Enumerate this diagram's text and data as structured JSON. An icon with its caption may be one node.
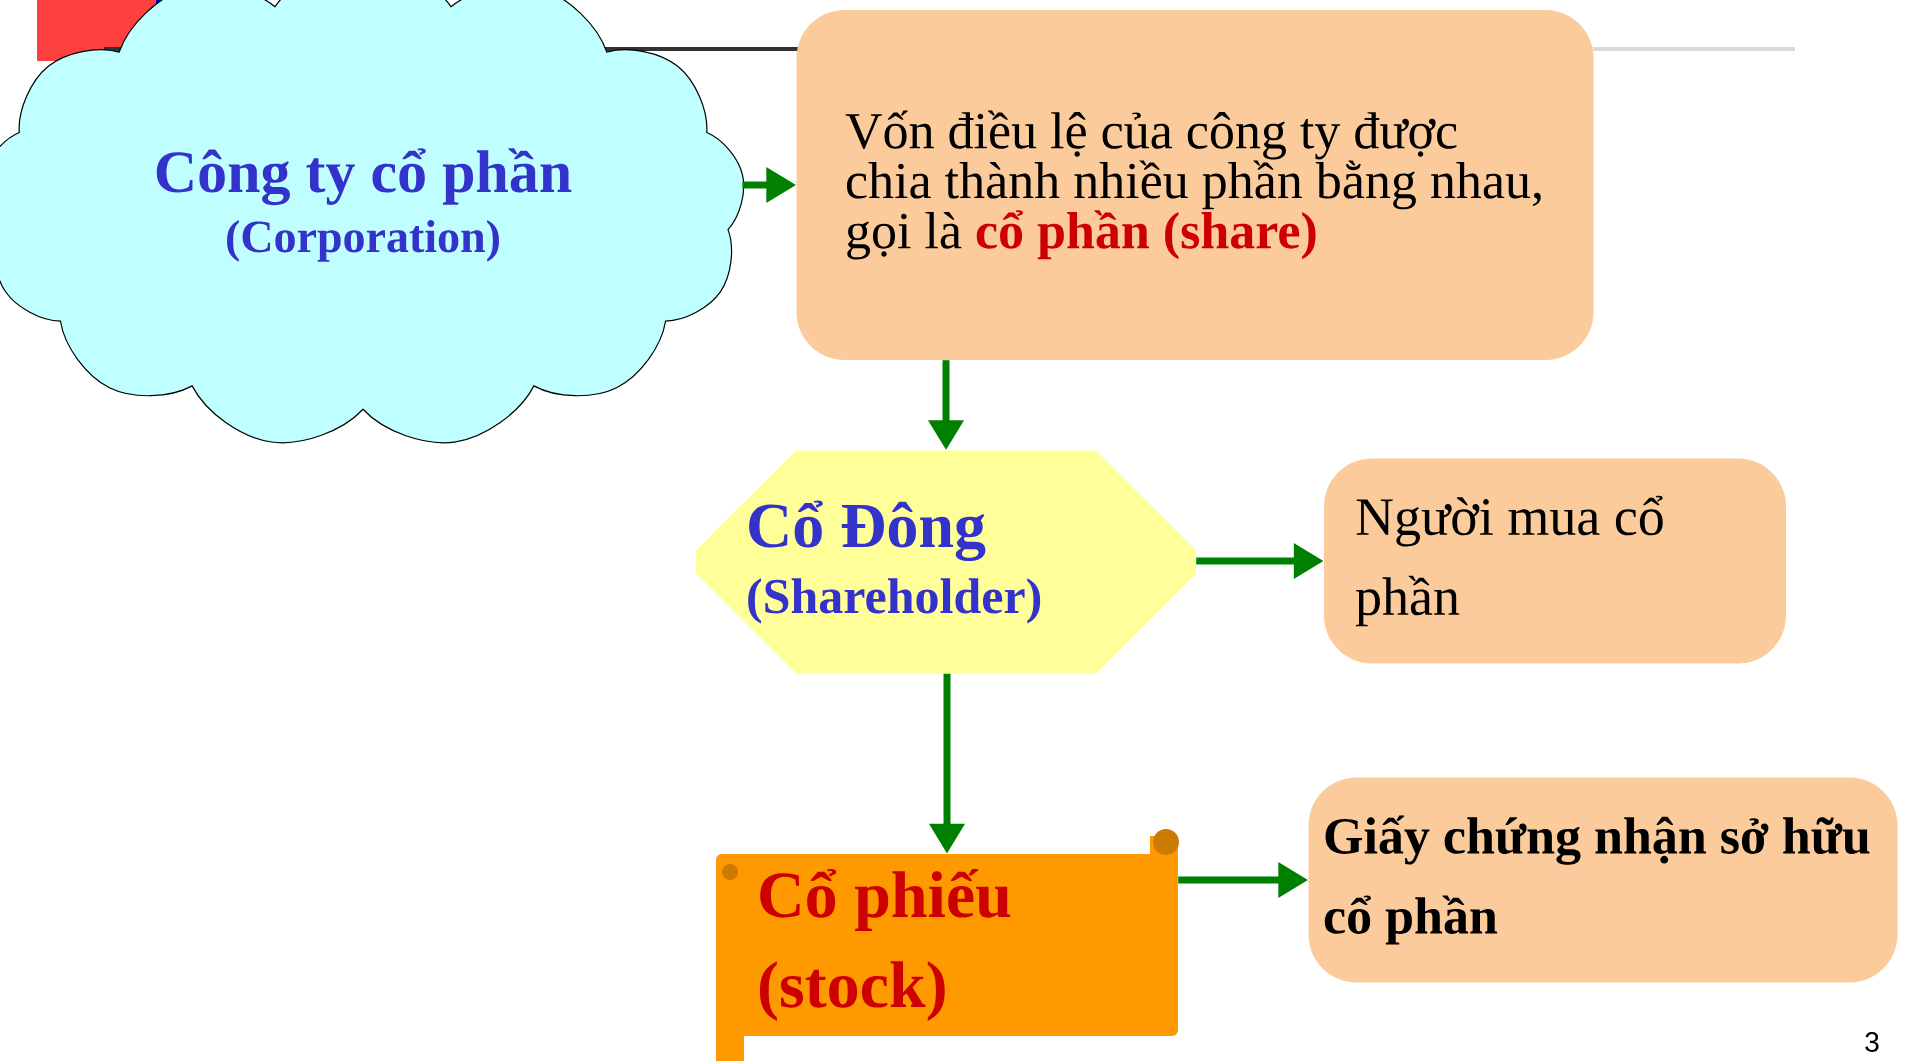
{
  "diagram": {
    "nodes": [
      {
        "text": [
          "Công ty cổ phần",
          "(Corporation)"
        ]
      },
      {
        "text": [
          "Vốn điều lệ của công ty được chia thành nhiều phần bằng nhau, gọi là",
          "cổ phần (share)"
        ]
      },
      {
        "text": [
          "Cổ Đông",
          "(Shareholder)"
        ]
      },
      {
        "text": [
          "Người mua cổ phần"
        ]
      },
      {
        "text": [
          "Cổ phiếu",
          "(stock)"
        ]
      },
      {
        "text": [
          "Giấy chứng nhận sở hữu cổ phần"
        ]
      }
    ],
    "edges": [
      {
        "from": 0,
        "to": 1,
        "arrow": "to"
      },
      {
        "from": 1,
        "to": 2,
        "arrow": "to"
      },
      {
        "from": 2,
        "to": 3,
        "arrow": "to"
      },
      {
        "from": 2,
        "to": 4,
        "arrow": "to"
      },
      {
        "from": 4,
        "to": 5,
        "arrow": "to"
      }
    ],
    "labels": [
      "3"
    ]
  }
}
